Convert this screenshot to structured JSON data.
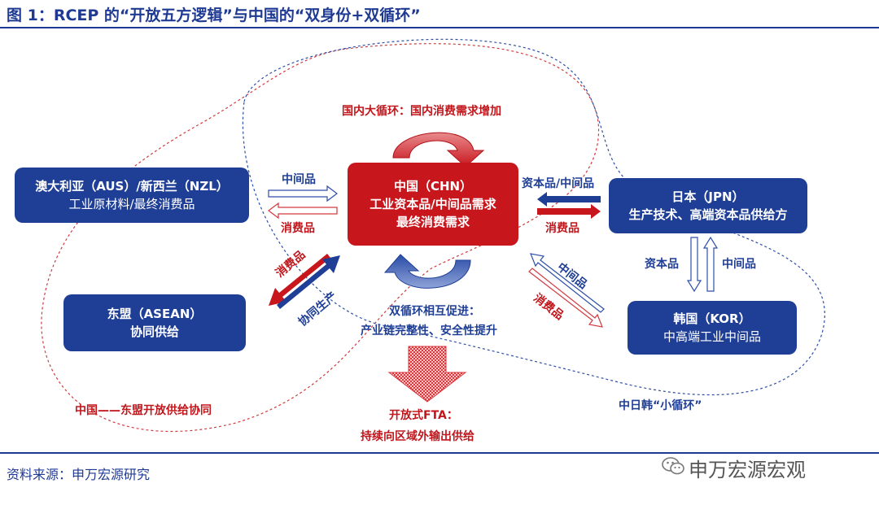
{
  "title": "图 1：RCEP 的“开放五方逻辑”与中国的“双身份+双循环”",
  "nodes": {
    "aus": {
      "name": "澳大利亚（AUS）/新西兰（NZL）",
      "desc": "工业原材料/最终消费品"
    },
    "asean": {
      "name": "东盟（ASEAN）",
      "desc": "协同供给"
    },
    "chn": {
      "name": "中国（CHN）",
      "desc1": "工业资本品/中间品需求",
      "desc2": "最终消费需求"
    },
    "jpn": {
      "name": "日本（JPN）",
      "desc": "生产技术、高端资本品供给方"
    },
    "kor": {
      "name": "韩国（KOR）",
      "desc": "中高端工业中间品"
    }
  },
  "labels": {
    "domestic_cycle": "国内大循环：国内消费需求增加",
    "aus_to_chn": "中间品",
    "chn_to_aus": "消费品",
    "chn_to_asean": "消费品",
    "asean_to_chn": "协同生产",
    "jpn_to_chn": "资本品/中间品",
    "chn_to_jpn": "消费品",
    "jpn_to_kor": "资本品",
    "kor_to_jpn": "中间品",
    "kor_to_chn": "中间品",
    "chn_to_kor": "消费品",
    "dual_cycle_line1": "双循环相互促进：",
    "dual_cycle_line2": "产业链完整性、安全性提升",
    "fta_line1": "开放式FTA：",
    "fta_line2": "持续向区域外输出供给",
    "china_asean": "中国——东盟开放供给协同",
    "cjk": "中日韩“小循环”"
  },
  "footer": {
    "source": "资料来源：申万宏源研究",
    "brand": "申万宏源宏观"
  },
  "colors": {
    "navy": "#1f3f97",
    "red": "#c8161d",
    "title": "#1f3a93"
  }
}
